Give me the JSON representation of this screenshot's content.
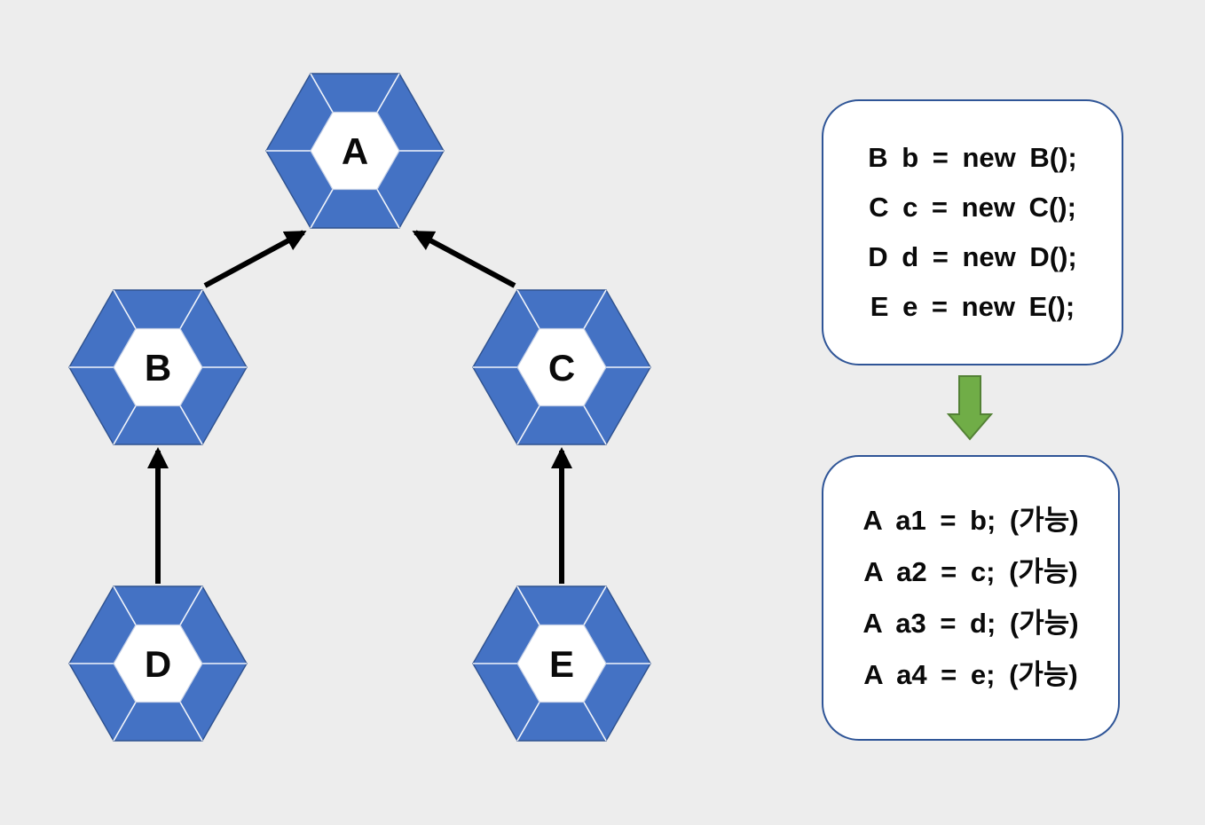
{
  "colors": {
    "background": "#EDEDED",
    "hexagon_fill": "#4472C4",
    "hexagon_border": "#2F528F",
    "hexagon_divider": "#FFFFFF",
    "hexagon_center_fill": "#FFFFFF",
    "node_text": "#0A0A0A",
    "edge_arrow": "#000000",
    "box_border": "#2F5597",
    "box_fill": "#FFFFFF",
    "box_text": "#0A0A0A",
    "flow_arrow_fill": "#70AD47",
    "flow_arrow_border": "#538135"
  },
  "diagram": {
    "nodes": [
      {
        "id": "A",
        "label": "A"
      },
      {
        "id": "B",
        "label": "B"
      },
      {
        "id": "C",
        "label": "C"
      },
      {
        "id": "D",
        "label": "D"
      },
      {
        "id": "E",
        "label": "E"
      }
    ],
    "edges": [
      {
        "from": "B",
        "to": "A"
      },
      {
        "from": "C",
        "to": "A"
      },
      {
        "from": "D",
        "to": "B"
      },
      {
        "from": "E",
        "to": "C"
      }
    ]
  },
  "declaration_box": {
    "lines": [
      "B b = new B();",
      "C c = new C();",
      "D d = new D();",
      "E e = new E();"
    ]
  },
  "flow_arrow": {
    "direction": "down"
  },
  "assignment_box": {
    "lines": [
      "A a1 = b; (가능)",
      "A a2 = c; (가능)",
      "A a3 = d; (가능)",
      "A a4 = e; (가능)"
    ]
  }
}
